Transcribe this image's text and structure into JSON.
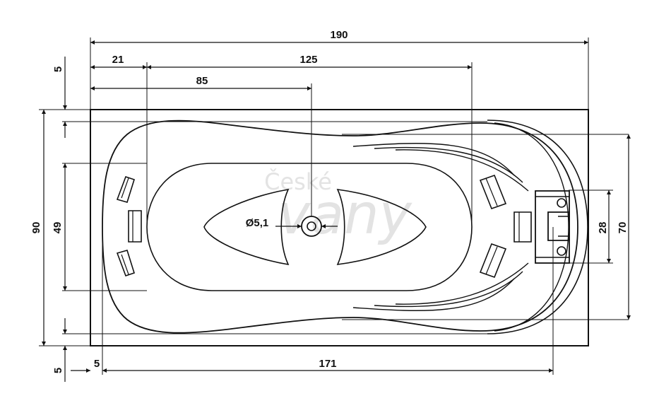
{
  "watermark": {
    "line1": "České",
    "line2": "vany"
  },
  "dimensions": {
    "overall_length": "190",
    "inner_span": "125",
    "left_offset": "21",
    "drain_offset": "85",
    "top_rim": "5",
    "overall_width": "90",
    "inner_width": "49",
    "bottom_rim": "5",
    "bottom_left_gap": "5",
    "bottom_length": "171",
    "right_small": "28",
    "right_large": "70",
    "drain_diameter": "Ø5,1"
  }
}
